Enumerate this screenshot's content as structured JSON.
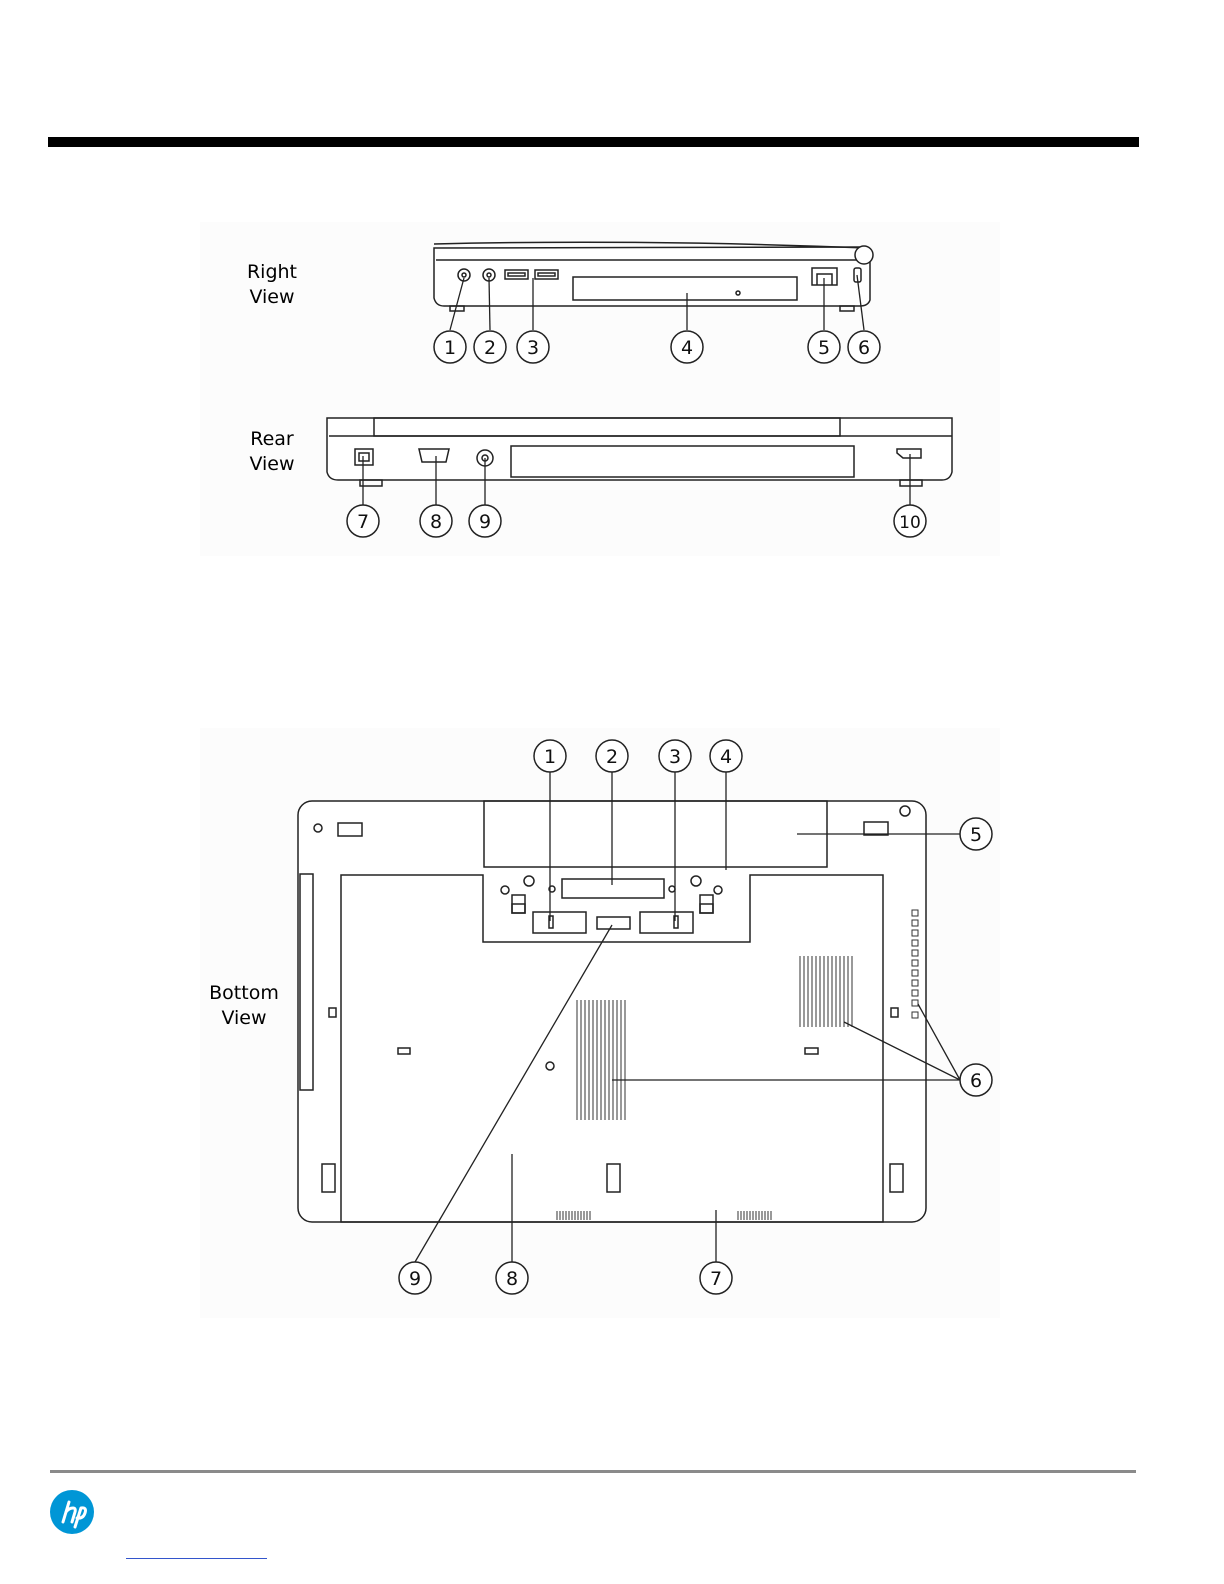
{
  "views": {
    "right": {
      "label_line1": "Right",
      "label_line2": "View",
      "callouts": [
        "1",
        "2",
        "3",
        "4",
        "5",
        "6"
      ]
    },
    "rear": {
      "label_line1": "Rear",
      "label_line2": "View",
      "callouts": [
        "7",
        "8",
        "9",
        "10"
      ]
    },
    "bottom": {
      "label_line1": "Bottom",
      "label_line2": "View",
      "callouts": [
        "1",
        "2",
        "3",
        "4",
        "5",
        "6",
        "7",
        "8",
        "9"
      ]
    }
  },
  "footer": {
    "logo": "hp-logo"
  },
  "colors": {
    "line": "#222222",
    "hp_blue": "#0096d6",
    "rule": "#000000"
  }
}
